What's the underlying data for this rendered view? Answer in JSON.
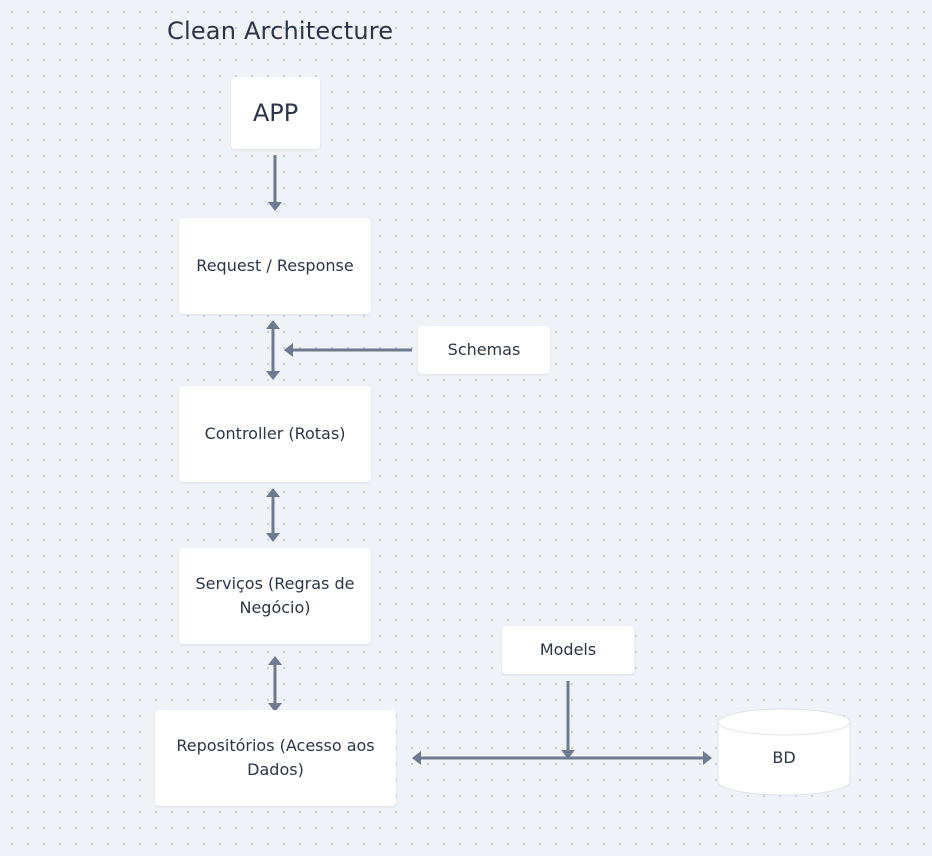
{
  "diagram": {
    "title": "Clean Architecture",
    "nodes": {
      "app": "APP",
      "request_response": "Request / Response",
      "schemas": "Schemas",
      "controller": "Controller (Rotas)",
      "servicos": "Serviços (Regras de Negócio)",
      "models": "Models",
      "repositorios": "Repositórios (Acesso aos Dados)",
      "bd": "BD"
    },
    "edges": [
      {
        "from": "APP",
        "to": "Request / Response",
        "direction": "forward"
      },
      {
        "from": "Request / Response",
        "to": "Controller (Rotas)",
        "direction": "both"
      },
      {
        "from": "Schemas",
        "to": "Request / Response ↔ Controller (Rotas)",
        "direction": "forward"
      },
      {
        "from": "Controller (Rotas)",
        "to": "Serviços (Regras de Negócio)",
        "direction": "both"
      },
      {
        "from": "Serviços (Regras de Negócio)",
        "to": "Repositórios (Acesso aos Dados)",
        "direction": "both"
      },
      {
        "from": "Repositórios (Acesso aos Dados)",
        "to": "BD",
        "direction": "both"
      },
      {
        "from": "Models",
        "to": "Repositórios (Acesso aos Dados) ↔ BD",
        "direction": "forward"
      }
    ],
    "colors": {
      "background": "#eff3f7",
      "grid_dot": "#c3cbd6",
      "node_fill": "#ffffff",
      "connector": "#6e7a8f",
      "text": "#2b3547"
    }
  }
}
